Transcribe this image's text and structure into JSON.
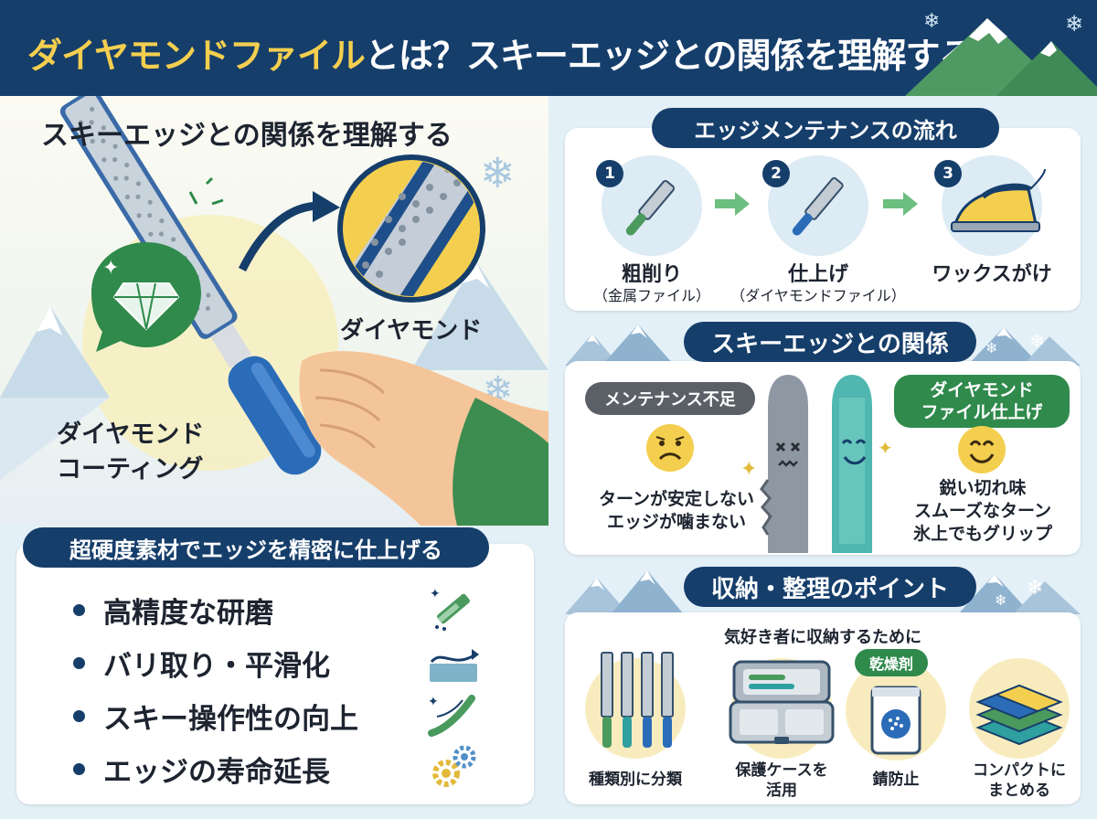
{
  "header": {
    "title_highlight": "ダイヤモンドファイル",
    "title_rest": "とは？スキーエッジとの関係を理解する"
  },
  "left": {
    "heading": "スキーエッジとの関係を理解する",
    "label_diamond": "ダイヤモンド",
    "label_coating_1": "ダイヤモンド",
    "label_coating_2": "コーティング"
  },
  "features": {
    "heading": "超硬度素材でエッジを精密に仕上げる",
    "items": [
      {
        "label": "高精度な研磨",
        "icon": "file-sparkle-icon"
      },
      {
        "label": "バリ取り・平滑化",
        "icon": "smooth-surface-icon"
      },
      {
        "label": "スキー操作性の向上",
        "icon": "ski-curve-icon"
      },
      {
        "label": "エッジの寿命延長",
        "icon": "gears-icon"
      }
    ]
  },
  "maintenance": {
    "heading": "エッジメンテナンスの流れ",
    "steps": [
      {
        "num": "1",
        "label": "粗削り",
        "sub": "（金属ファイル）",
        "icon": "metal-file-icon"
      },
      {
        "num": "2",
        "label": "仕上げ",
        "sub": "（ダイヤモンドファイル）",
        "icon": "diamond-file-icon"
      },
      {
        "num": "3",
        "label": "ワックスがけ",
        "sub": "",
        "icon": "iron-icon"
      }
    ]
  },
  "relation": {
    "heading": "スキーエッジとの関係",
    "bad_tag": "メンテナンス不足",
    "bad_lines": [
      "ターンが安定しない",
      "エッジが噛まない"
    ],
    "good_tag_1": "ダイヤモンド",
    "good_tag_2": "ファイル仕上げ",
    "good_lines": [
      "鋭い切れ味",
      "スムーズなターン",
      "氷上でもグリップ"
    ]
  },
  "storage": {
    "heading": "収納・整理のポイント",
    "subheading": "気好き者に収納するために",
    "desiccant_tag": "乾燥剤",
    "items": [
      {
        "lines": [
          "種類別に分類"
        ],
        "icon": "file-set-icon"
      },
      {
        "lines": [
          "保護ケースを",
          "活用"
        ],
        "icon": "case-icon"
      },
      {
        "lines": [
          "錆防止"
        ],
        "icon": "desiccant-icon"
      },
      {
        "lines": [
          "コンパクトに",
          "まとめる"
        ],
        "icon": "stack-icon"
      }
    ]
  },
  "colors": {
    "navy": "#163e6b",
    "title_yellow": "#f4cf4f",
    "green": "#2f8a4c",
    "blue": "#2b6cb8"
  }
}
